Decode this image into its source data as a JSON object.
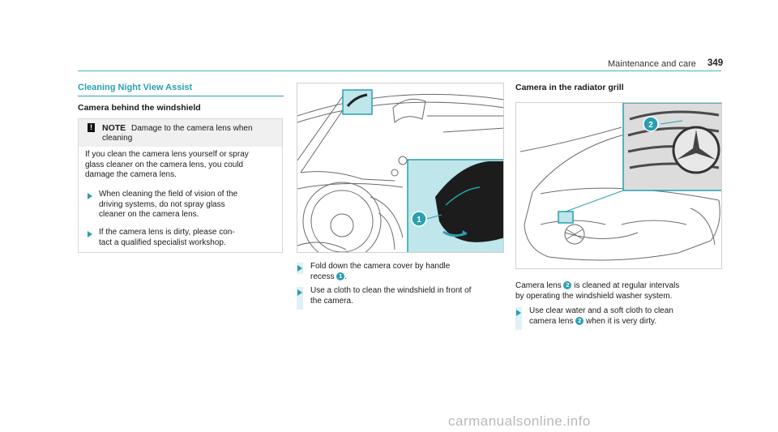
{
  "header": {
    "section": "Maintenance and care",
    "page_number": "349"
  },
  "left": {
    "title": "Cleaning Night View Assist",
    "subtitle": "Camera behind the windshield",
    "note": {
      "icon": "!",
      "label": "NOTE",
      "text_line1": "Damage to the camera lens when",
      "text_line2": "cleaning",
      "body": [
        "If you clean the camera lens yourself or spray",
        "glass cleaner on the camera lens, you could",
        "damage the camera lens."
      ],
      "steps": [
        [
          "When cleaning the field of vision of the",
          "driving systems, do not spray glass",
          "cleaner on the camera lens."
        ],
        [
          "If the camera lens is dirty, please con-",
          "tact a qualified specialist workshop."
        ]
      ]
    }
  },
  "middle": {
    "figure_callout": "1",
    "steps": [
      {
        "line1": "Fold down the camera cover by handle",
        "line2_pre": "recess",
        "badge": "1",
        "line2_post": "."
      },
      {
        "line1": "Use a cloth to clean the windshield in front of",
        "line2": "the camera."
      }
    ]
  },
  "right": {
    "subtitle": "Camera in the radiator grill",
    "figure_callout": "2",
    "para": {
      "line1_pre": "Camera lens",
      "badge": "2",
      "line1_post": "is cleaned at regular intervals",
      "line2": "by operating the windshield washer system."
    },
    "step": {
      "line1": "Use clear water and a soft cloth to clean",
      "line2_pre": "camera lens",
      "badge": "2",
      "line2_post": "when it is very dirty."
    }
  },
  "watermark": "carmanualsonline.info",
  "colors": {
    "accent": "#2a9fb0",
    "highlight_fill": "#bfe6ea",
    "step_bar": "#dff1f4"
  }
}
